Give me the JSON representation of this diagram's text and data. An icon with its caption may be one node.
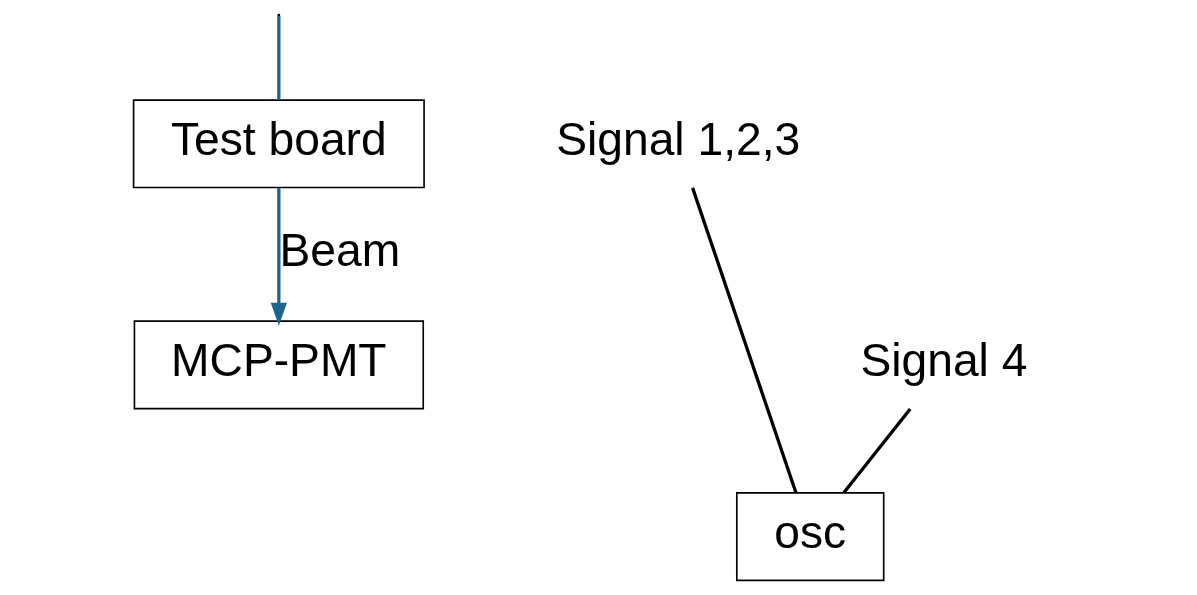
{
  "diagram": {
    "nodes": [
      {
        "text": [
          "Test board"
        ]
      },
      {
        "text": [
          "MCP-PMT"
        ]
      },
      {
        "text": [
          "osc"
        ]
      },
      {
        "text": [
          "Signal 1,2,3"
        ]
      },
      {
        "text": [
          "Signal 4"
        ]
      }
    ],
    "edges": [
      {
        "from": null,
        "to": 0,
        "arrow": "none",
        "color": "#1f6391"
      },
      {
        "from": 0,
        "to": 1,
        "arrow": "to",
        "label": "Beam",
        "color": "#1f6391"
      },
      {
        "from": 3,
        "to": 2,
        "arrow": "none",
        "color": "#000000"
      },
      {
        "from": 4,
        "to": 2,
        "arrow": "none",
        "color": "#000000"
      }
    ]
  }
}
